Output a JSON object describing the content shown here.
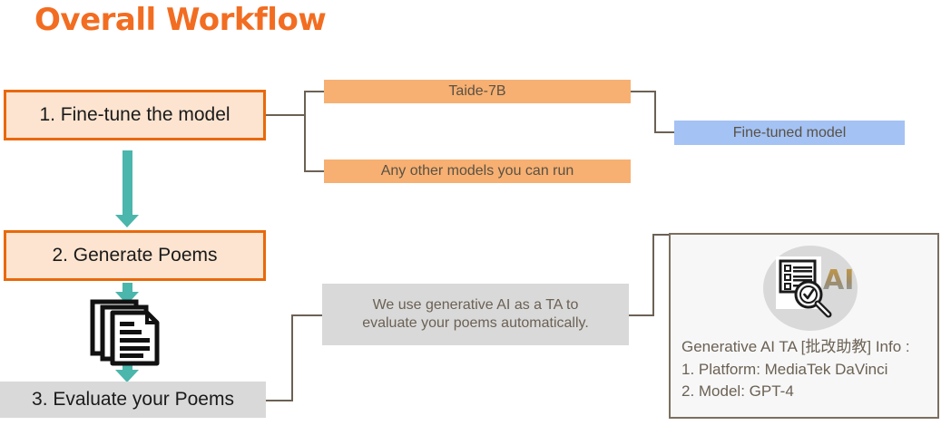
{
  "title": "Overall Workflow",
  "colors": {
    "title_orange": "#F26D21",
    "step_border": "#E8690B",
    "step_fill": "#FCE4D0",
    "step_plain_fill": "#D9D9D9",
    "model_fill": "#F7B072",
    "blue_fill": "#A4C2F4",
    "connector": "#6B6154",
    "arrow_teal": "#4BB6AB",
    "panel_border": "#7A6F5F",
    "panel_fill": "#F7F7F7"
  },
  "steps": [
    {
      "label": "1. Fine-tune the model"
    },
    {
      "label": "2. Generate Poems"
    },
    {
      "label": "3. Evaluate your Poems"
    }
  ],
  "models": [
    {
      "label": "Taide-7B"
    },
    {
      "label": "Any other models you can run"
    }
  ],
  "outputs": {
    "fine_tuned_model": "Fine-tuned model"
  },
  "note": {
    "line1": "We use generative AI as a TA to",
    "line2": "evaluate your poems automatically."
  },
  "ai_panel": {
    "icon_label": "AI",
    "info_heading": "Generative AI TA [批改助教] Info :",
    "info_line1": "1. Platform: MediaTek DaVinci",
    "info_line2": "2. Model: GPT-4"
  }
}
